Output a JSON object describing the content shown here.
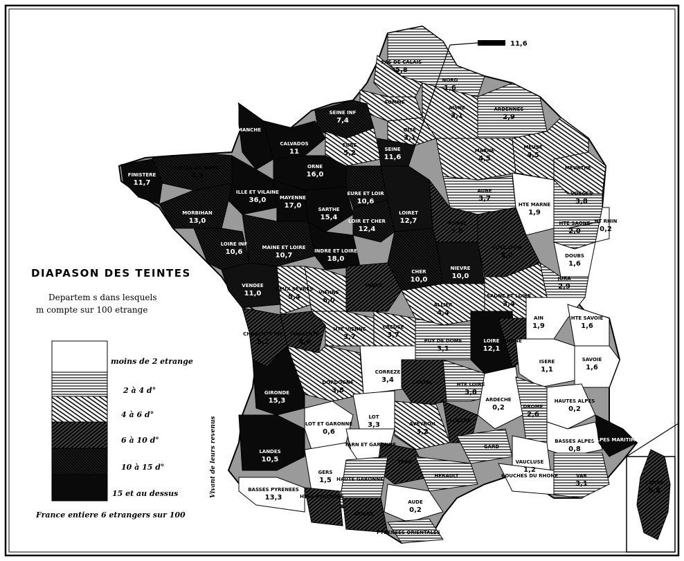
{
  "legend": {
    "title": "DIAPASON DES TEINTES",
    "subtitle_line1": "Departem  s dans lesquels",
    "subtitle_line2": "m  compte sur 100 etrange",
    "classes": [
      {
        "label": "moins de 2 etrange"
      },
      {
        "label": "2 à 4 d°"
      },
      {
        "label": "4 à 6 d°"
      },
      {
        "label": "6 à 10 d°"
      },
      {
        "label": "10 à 15 d°"
      },
      {
        "label": "15 et au dessus"
      }
    ],
    "vertical_note": "Vivant de leurs revenus",
    "footer": "France entiere  6 etrangers sur 100"
  },
  "callout": {
    "value": "11,6"
  },
  "departments": [
    {
      "name": "PAS DE CALAIS",
      "value": "5,8",
      "class": 2
    },
    {
      "name": "NORD",
      "value": "1,6",
      "class": 1
    },
    {
      "name": "SOMME",
      "value": "",
      "class": 2
    },
    {
      "name": "AISNE",
      "value": "3,1",
      "class": 2
    },
    {
      "name": "ARDENNES",
      "value": "2,9",
      "class": 1
    },
    {
      "name": "OISE",
      "value": "3,1",
      "class": 2
    },
    {
      "name": "SEINE INF",
      "value": "7,4",
      "class": 4
    },
    {
      "name": "MANCHE",
      "value": "",
      "class": 5
    },
    {
      "name": "CALVADOS",
      "value": "11",
      "class": 5
    },
    {
      "name": "EURE",
      "value": "5,2",
      "class": 2
    },
    {
      "name": "SEINE",
      "value": "11,6",
      "class": 5
    },
    {
      "name": "ORNE",
      "value": "16,0",
      "class": 5
    },
    {
      "name": "MARNE",
      "value": "4,5",
      "class": 2
    },
    {
      "name": "MEUSE",
      "value": "4,5",
      "class": 2
    },
    {
      "name": "MEURTHE",
      "value": "",
      "class": 2
    },
    {
      "name": "FINISTERE",
      "value": "11,7",
      "class": 5
    },
    {
      "name": "COTES DU NORD",
      "value": "4,5",
      "class": 3
    },
    {
      "name": "ILLE ET VILAINE",
      "value": "36,0",
      "class": 5
    },
    {
      "name": "MAYENNE",
      "value": "17,0",
      "class": 5
    },
    {
      "name": "SARTHE",
      "value": "15,4",
      "class": 5
    },
    {
      "name": "EURE ET LOIR",
      "value": "10,6",
      "class": 4
    },
    {
      "name": "LOIRET",
      "value": "12,7",
      "class": 4
    },
    {
      "name": "AUBE",
      "value": "3,7",
      "class": 2
    },
    {
      "name": "HTE MARNE",
      "value": "1,9",
      "class": 0
    },
    {
      "name": "VOSGES",
      "value": "3,8",
      "class": 2
    },
    {
      "name": "MORBIHAN",
      "value": "13,0",
      "class": 4
    },
    {
      "name": "LOIR ET CHER",
      "value": "12,4",
      "class": 4
    },
    {
      "name": "YONNE",
      "value": "5,8",
      "class": 3
    },
    {
      "name": "HTE SAONE",
      "value": "2,0",
      "class": 1
    },
    {
      "name": "HT RHIN",
      "value": "0,2",
      "class": 0
    },
    {
      "name": "LOIRE INF",
      "value": "10,6",
      "class": 4
    },
    {
      "name": "MAINE ET LOIRE",
      "value": "10,7",
      "class": 4
    },
    {
      "name": "INDRE ET LOIRE",
      "value": "18,0",
      "class": 5
    },
    {
      "name": "CHER",
      "value": "10,0",
      "class": 4
    },
    {
      "name": "NIEVRE",
      "value": "10,0",
      "class": 4
    },
    {
      "name": "COTE D'OR",
      "value": "5,0",
      "class": 3
    },
    {
      "name": "DOUBS",
      "value": "1,6",
      "class": 0
    },
    {
      "name": "JURA",
      "value": "2,9",
      "class": 1
    },
    {
      "name": "VENDEE",
      "value": "11,0",
      "class": 4
    },
    {
      "name": "DEUX SEVRES",
      "value": "5,4",
      "class": 3
    },
    {
      "name": "VIENNE",
      "value": "6,0",
      "class": 3
    },
    {
      "name": "INDRE",
      "value": "",
      "class": 3
    },
    {
      "name": "ALLIER",
      "value": "4,4",
      "class": 2
    },
    {
      "name": "SAONE ET LOIRE",
      "value": "3,4",
      "class": 2
    },
    {
      "name": "AIN",
      "value": "1,9",
      "class": 0
    },
    {
      "name": "HTE SAVOIE",
      "value": "1,6",
      "class": 0
    },
    {
      "name": "CHARENTE INF",
      "value": "5,2",
      "class": 3
    },
    {
      "name": "CHARENTE",
      "value": "4,6",
      "class": 3
    },
    {
      "name": "HTE VIENNE",
      "value": "3,7",
      "class": 2
    },
    {
      "name": "CREUSE",
      "value": "3,7",
      "class": 2
    },
    {
      "name": "PUY DE DOME",
      "value": "3,1",
      "class": 2
    },
    {
      "name": "LOIRE",
      "value": "12,1",
      "class": 4
    },
    {
      "name": "RHONE",
      "value": "",
      "class": 3
    },
    {
      "name": "ISERE",
      "value": "1,1",
      "class": 0
    },
    {
      "name": "SAVOIE",
      "value": "1,6",
      "class": 0
    },
    {
      "name": "GIRONDE",
      "value": "15,3",
      "class": 5
    },
    {
      "name": "DORDOGNE",
      "value": "3,8",
      "class": 2
    },
    {
      "name": "CORREZE",
      "value": "3,4",
      "class": 1
    },
    {
      "name": "CANTAL",
      "value": "",
      "class": 3
    },
    {
      "name": "HTE LOIRE",
      "value": "3,8",
      "class": 2
    },
    {
      "name": "ARDECHE",
      "value": "0,2",
      "class": 0
    },
    {
      "name": "DROME",
      "value": "2,6",
      "class": 1
    },
    {
      "name": "HAUTES ALPES",
      "value": "0,2",
      "class": 0
    },
    {
      "name": "LOT ET GARONNE",
      "value": "0,6",
      "class": 0
    },
    {
      "name": "LOT",
      "value": "3,3",
      "class": 1
    },
    {
      "name": "AVEYRON",
      "value": "3,2",
      "class": 2
    },
    {
      "name": "LOZERE",
      "value": "",
      "class": 3
    },
    {
      "name": "GARD",
      "value": "",
      "class": 2
    },
    {
      "name": "BASSES ALPES",
      "value": "0,8",
      "class": 0
    },
    {
      "name": "ALPES MARITIMES",
      "value": "",
      "class": 5
    },
    {
      "name": "LANDES",
      "value": "10,5",
      "class": 5
    },
    {
      "name": "TARN ET GARONNE",
      "value": "",
      "class": 0
    },
    {
      "name": "TARN",
      "value": "",
      "class": 3
    },
    {
      "name": "HERAULT",
      "value": "",
      "class": 2
    },
    {
      "name": "VAUCLUSE",
      "value": "1,2",
      "class": 0
    },
    {
      "name": "BOUCHES DU RHONE",
      "value": "",
      "class": 0
    },
    {
      "name": "VAR",
      "value": "3,1",
      "class": 2
    },
    {
      "name": "GERS",
      "value": "1,5",
      "class": 0
    },
    {
      "name": "HAUTE GARONNE",
      "value": "",
      "class": 2
    },
    {
      "name": "BASSES PYRENEES",
      "value": "13,3",
      "class": 0
    },
    {
      "name": "HTES PYRENEES",
      "value": "",
      "class": 3
    },
    {
      "name": "ARIEGE",
      "value": "",
      "class": 3
    },
    {
      "name": "AUDE",
      "value": "0,2",
      "class": 0
    },
    {
      "name": "PYRENEES ORIENTALES",
      "value": "",
      "class": 2
    },
    {
      "name": "CORSE",
      "value": "5,5",
      "class": 3
    }
  ],
  "fills": [
    "#ffffff",
    "#e6e6e6",
    "#b5b5b5",
    "#8a8a8a",
    "#3a3a3a",
    "#0a0a0a"
  ]
}
